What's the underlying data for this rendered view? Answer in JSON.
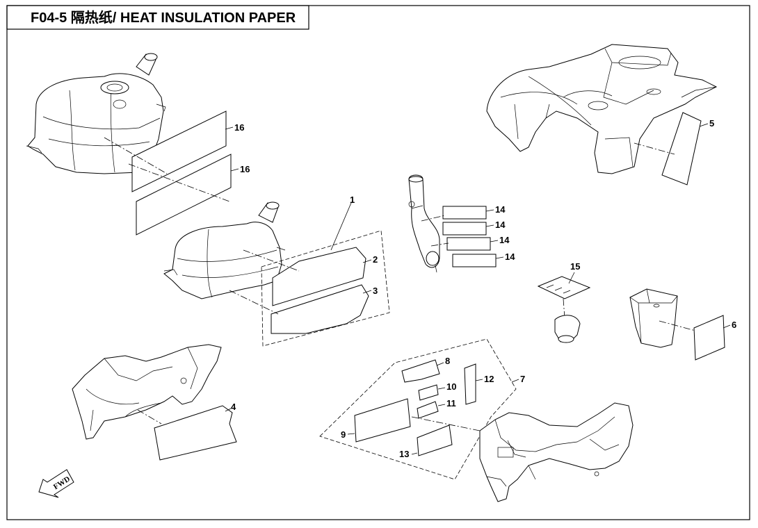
{
  "title": "F04-5 隔热纸/ HEAT INSULATION PAPER",
  "direction_label": "FWD",
  "callouts": {
    "c1": "1",
    "c2": "2",
    "c3": "3",
    "c4": "4",
    "c5": "5",
    "c6": "6",
    "c7": "7",
    "c8": "8",
    "c9": "9",
    "c10": "10",
    "c11": "11",
    "c12": "12",
    "c13": "13",
    "c14a": "14",
    "c14b": "14",
    "c14c": "14",
    "c14d": "14",
    "c15": "15",
    "c16a": "16",
    "c16b": "16"
  }
}
